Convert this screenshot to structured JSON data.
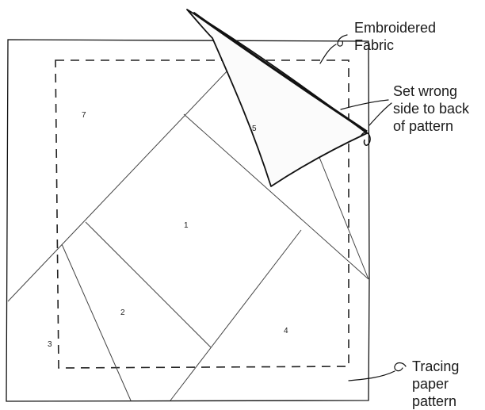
{
  "callouts": {
    "embroidered_fabric": "Embroidered\nFabric",
    "set_wrong_side": "Set wrong\nside to back\nof pattern",
    "tracing_paper": "Tracing\npaper\npattern"
  },
  "sections": {
    "s1": "1",
    "s2": "2",
    "s3": "3",
    "s4": "4",
    "s5": "5",
    "s7": "7"
  }
}
